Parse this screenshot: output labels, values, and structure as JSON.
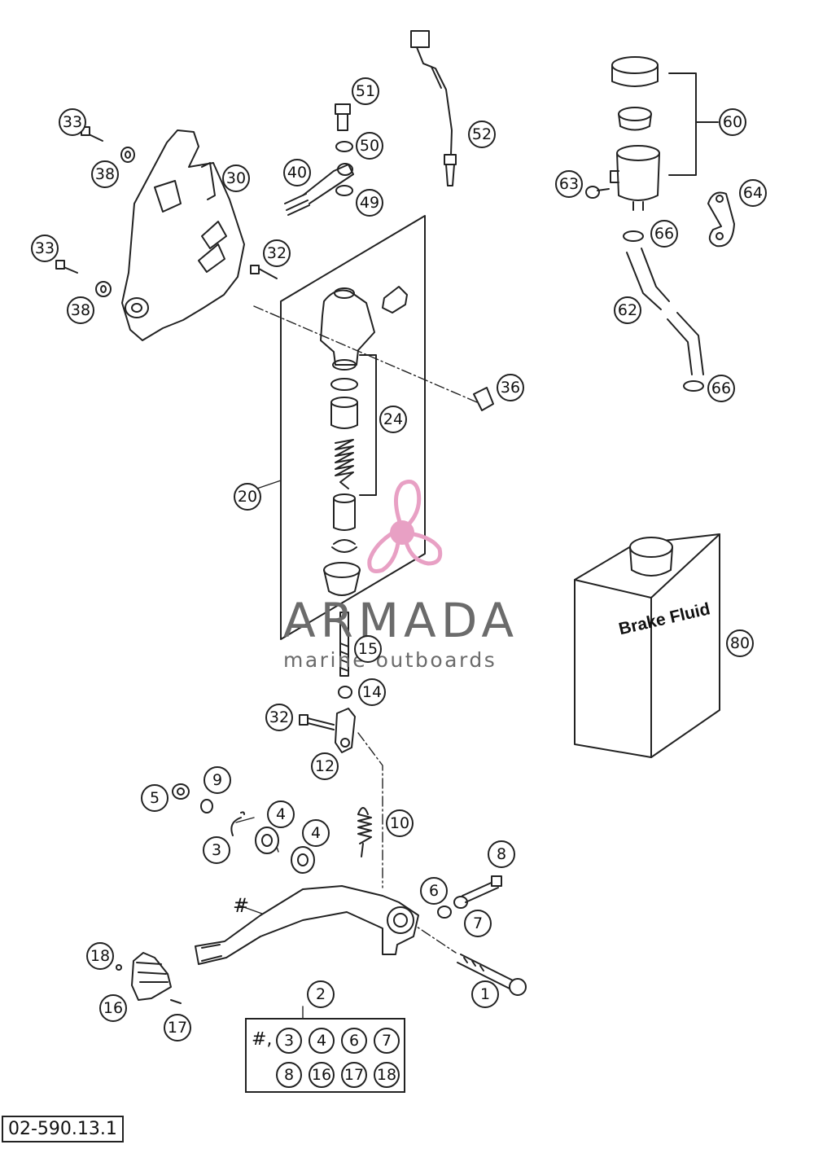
{
  "callouts": [
    {
      "id": "c51",
      "label": "51"
    },
    {
      "id": "c50",
      "label": "50"
    },
    {
      "id": "c49",
      "label": "49"
    },
    {
      "id": "c40",
      "label": "40"
    },
    {
      "id": "c52",
      "label": "52"
    },
    {
      "id": "c60",
      "label": "60"
    },
    {
      "id": "c63",
      "label": "63"
    },
    {
      "id": "c64",
      "label": "64"
    },
    {
      "id": "c66a",
      "label": "66"
    },
    {
      "id": "c62",
      "label": "62"
    },
    {
      "id": "c66b",
      "label": "66"
    },
    {
      "id": "c33a",
      "label": "33"
    },
    {
      "id": "c38a",
      "label": "38"
    },
    {
      "id": "c30",
      "label": "30"
    },
    {
      "id": "c33b",
      "label": "33"
    },
    {
      "id": "c38b",
      "label": "38"
    },
    {
      "id": "c32a",
      "label": "32"
    },
    {
      "id": "c36",
      "label": "36"
    },
    {
      "id": "c24",
      "label": "24"
    },
    {
      "id": "c20",
      "label": "20"
    },
    {
      "id": "c15",
      "label": "15"
    },
    {
      "id": "c14",
      "label": "14"
    },
    {
      "id": "c32b",
      "label": "32"
    },
    {
      "id": "c12",
      "label": "12"
    },
    {
      "id": "c80",
      "label": "80"
    },
    {
      "id": "c5",
      "label": "5"
    },
    {
      "id": "c9",
      "label": "9"
    },
    {
      "id": "c4a",
      "label": "4"
    },
    {
      "id": "c4b",
      "label": "4"
    },
    {
      "id": "c3",
      "label": "3"
    },
    {
      "id": "c10",
      "label": "10"
    },
    {
      "id": "c8",
      "label": "8"
    },
    {
      "id": "c6",
      "label": "6"
    },
    {
      "id": "c7",
      "label": "7"
    },
    {
      "id": "c18",
      "label": "18"
    },
    {
      "id": "c16",
      "label": "16"
    },
    {
      "id": "c17",
      "label": "17"
    },
    {
      "id": "c1",
      "label": "1"
    }
  ],
  "kit": {
    "label": "2",
    "prefix": "#,",
    "row1": [
      "3",
      "4",
      "6",
      "7"
    ],
    "row2": [
      "8",
      "16",
      "17",
      "18"
    ]
  },
  "lever_mark": "#",
  "container_label": "Brake Fluid",
  "drawing_code": "02-590.13.1",
  "watermark": {
    "name": "ARMADA",
    "tagline": "marine outboards",
    "color": "#e8a0c4"
  },
  "colors": {
    "ink": "#222222",
    "watermark_text": "#6b6b6b"
  }
}
